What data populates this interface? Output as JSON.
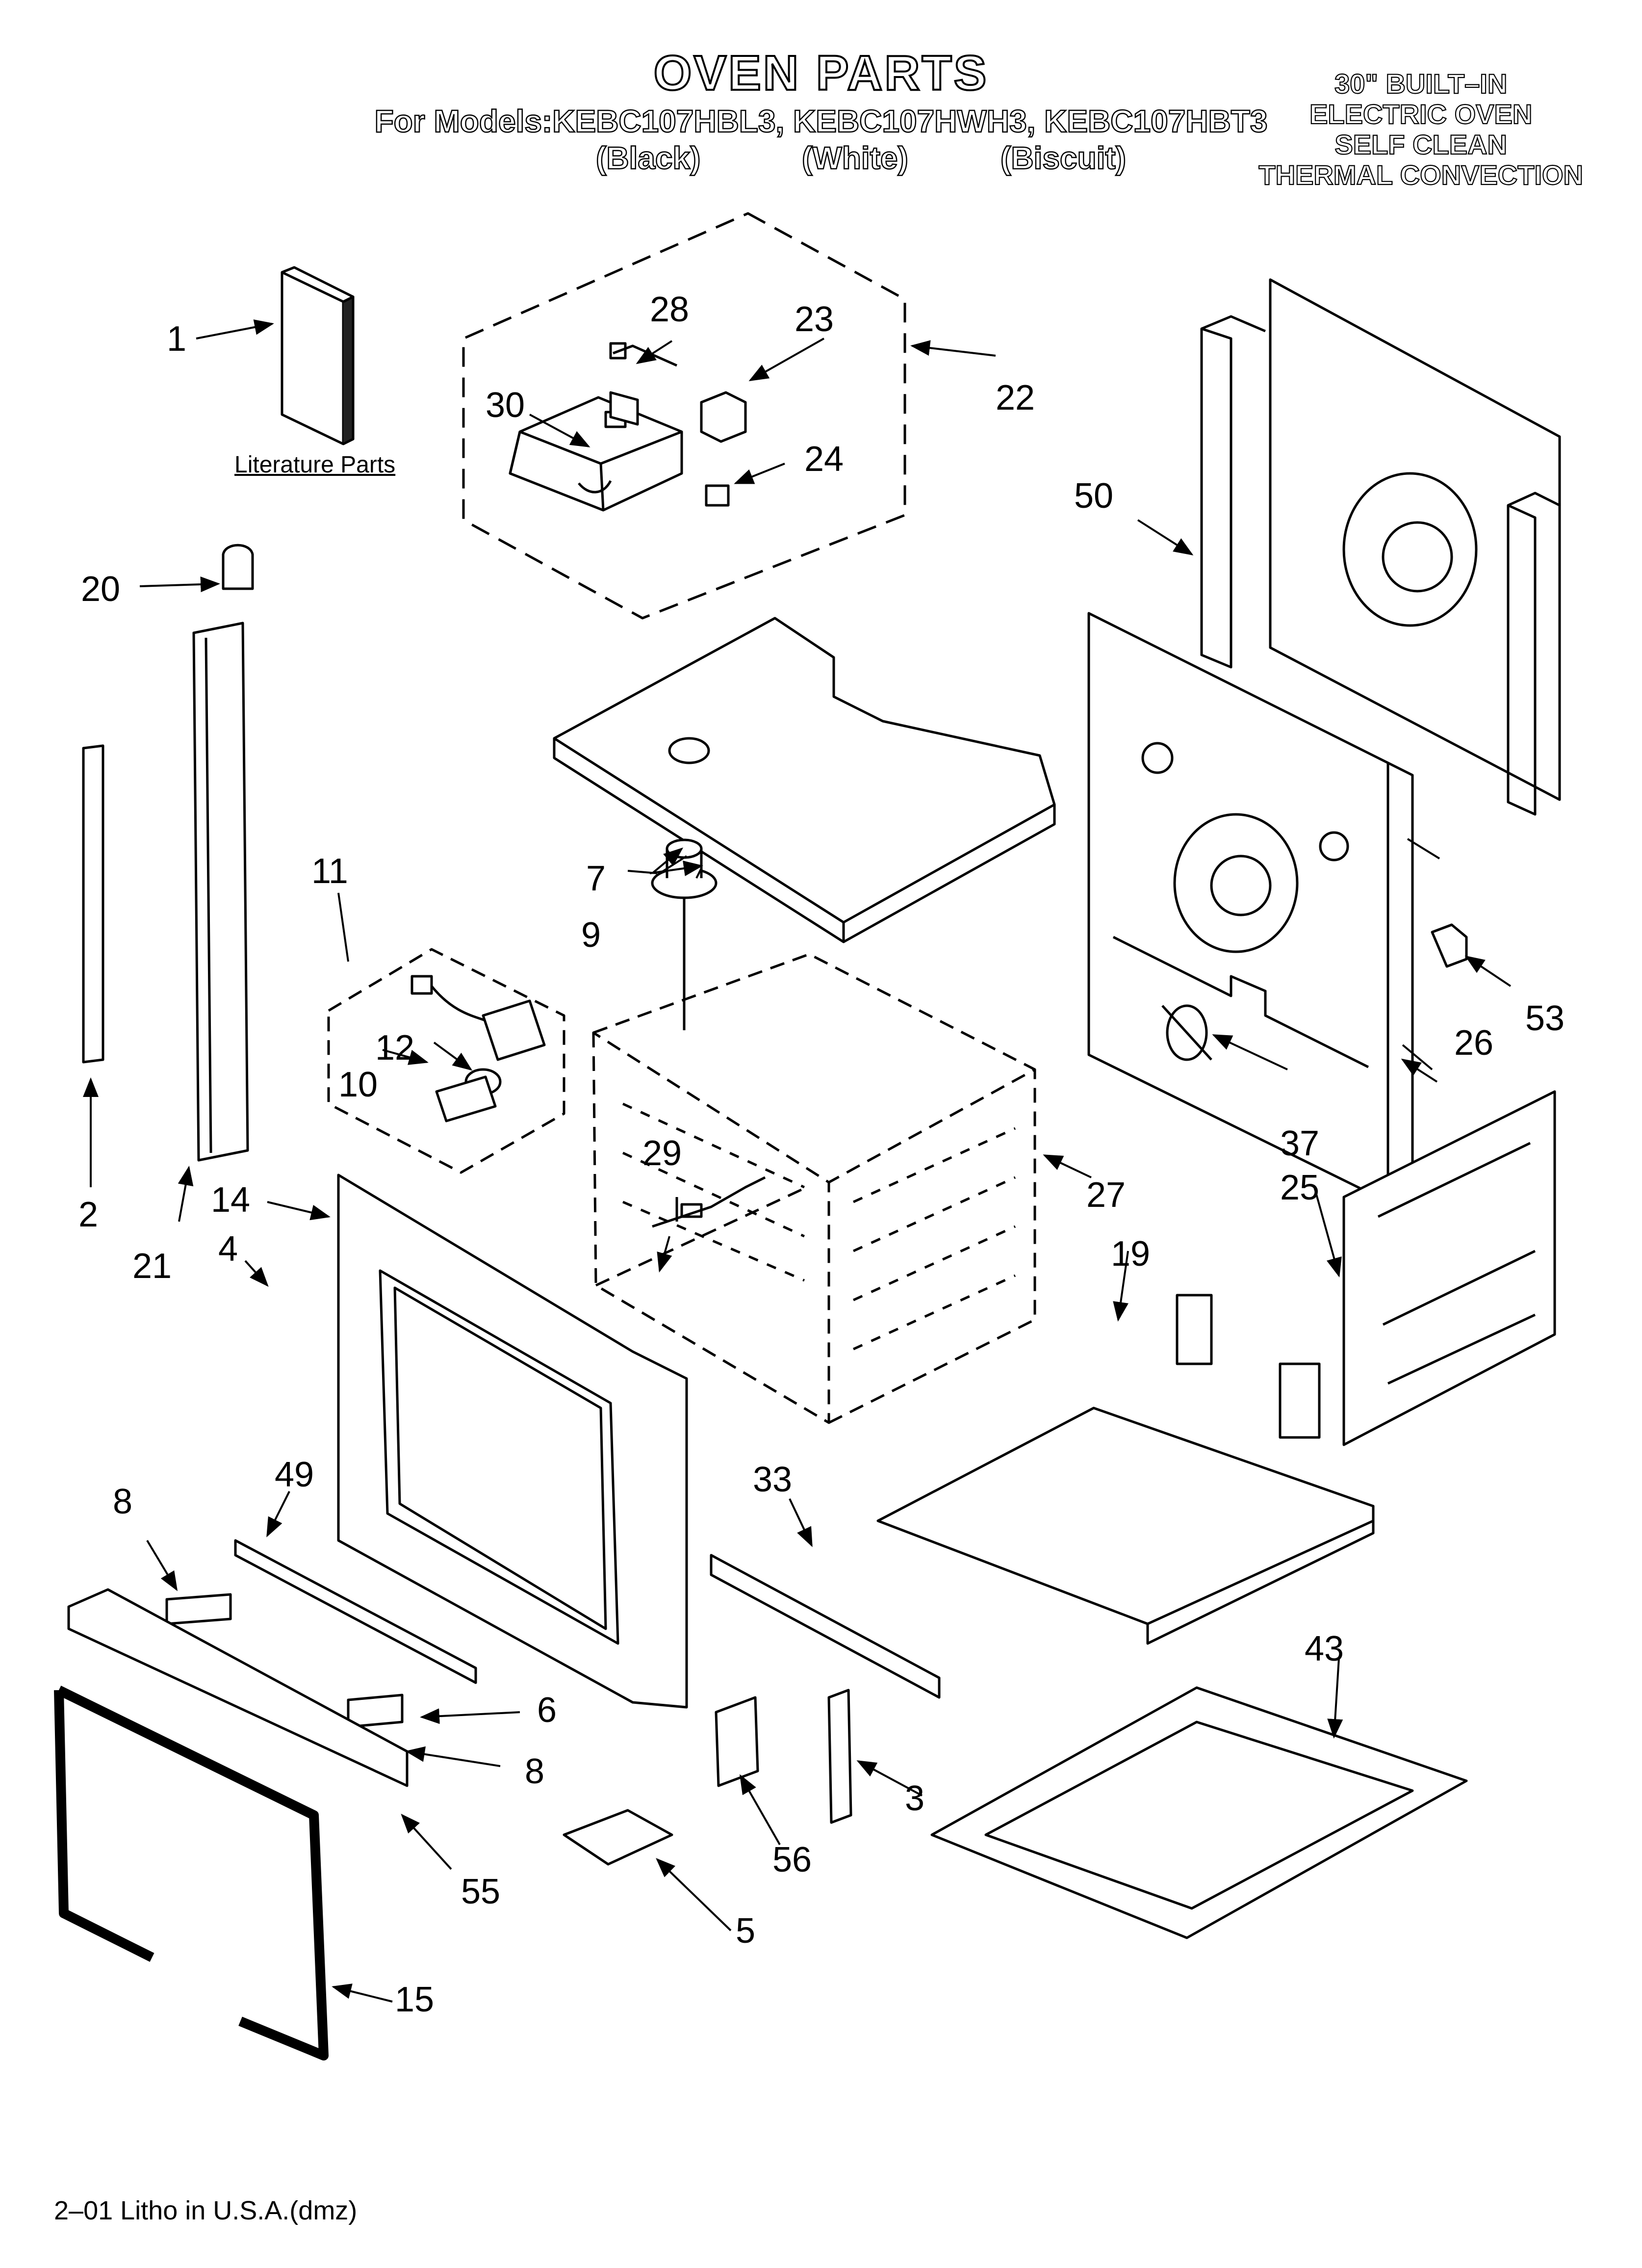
{
  "header": {
    "title": "OVEN PARTS",
    "models_line": "For Models:KEBC107HBL3, KEBC107HWH3, KEBC107HBT3",
    "variants": [
      "(Black)",
      "(White)",
      "(Biscuit)"
    ]
  },
  "oven_type": [
    "30\" BUILT–IN",
    "ELECTRIC OVEN",
    "SELF CLEAN",
    "THERMAL CONVECTION"
  ],
  "literature_label": "Literature Parts",
  "footer": "2–01 Litho in U.S.A.(dmz)",
  "callouts": [
    {
      "id": "p1",
      "label": "1"
    },
    {
      "id": "p2",
      "label": "2"
    },
    {
      "id": "p3",
      "label": "3"
    },
    {
      "id": "p4",
      "label": "4"
    },
    {
      "id": "p5",
      "label": "5"
    },
    {
      "id": "p6",
      "label": "6"
    },
    {
      "id": "p7",
      "label": "7"
    },
    {
      "id": "p8a",
      "label": "8"
    },
    {
      "id": "p8b",
      "label": "8"
    },
    {
      "id": "p9",
      "label": "9"
    },
    {
      "id": "p10",
      "label": "10"
    },
    {
      "id": "p11",
      "label": "11"
    },
    {
      "id": "p12",
      "label": "12"
    },
    {
      "id": "p14",
      "label": "14"
    },
    {
      "id": "p15",
      "label": "15"
    },
    {
      "id": "p19",
      "label": "19"
    },
    {
      "id": "p20",
      "label": "20"
    },
    {
      "id": "p21",
      "label": "21"
    },
    {
      "id": "p22",
      "label": "22"
    },
    {
      "id": "p23",
      "label": "23"
    },
    {
      "id": "p24",
      "label": "24"
    },
    {
      "id": "p25",
      "label": "25"
    },
    {
      "id": "p26",
      "label": "26"
    },
    {
      "id": "p27",
      "label": "27"
    },
    {
      "id": "p28",
      "label": "28"
    },
    {
      "id": "p29",
      "label": "29"
    },
    {
      "id": "p30",
      "label": "30"
    },
    {
      "id": "p33",
      "label": "33"
    },
    {
      "id": "p37",
      "label": "37"
    },
    {
      "id": "p43",
      "label": "43"
    },
    {
      "id": "p49",
      "label": "49"
    },
    {
      "id": "p50",
      "label": "50"
    },
    {
      "id": "p53",
      "label": "53"
    },
    {
      "id": "p55",
      "label": "55"
    },
    {
      "id": "p56",
      "label": "56"
    }
  ]
}
